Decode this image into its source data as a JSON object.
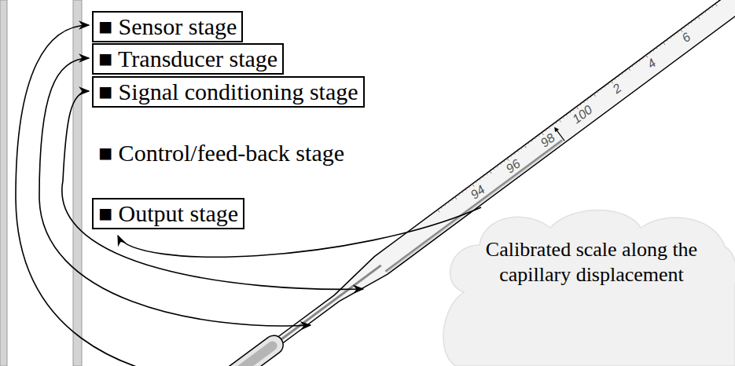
{
  "diagram": {
    "nodes": [
      {
        "text": [
          "■ Sensor stage"
        ]
      },
      {
        "text": [
          "■ Transducer stage"
        ]
      },
      {
        "text": [
          "■ Signal conditioning stage"
        ]
      },
      {
        "text": [
          "■ Output stage"
        ]
      },
      {
        "text": [
          "Calibrated scale along the capillary displacement"
        ]
      }
    ],
    "labels": [
      "■ Control/feed-back stage",
      "94",
      "96",
      "98",
      "100",
      "2",
      "4",
      "6"
    ]
  }
}
